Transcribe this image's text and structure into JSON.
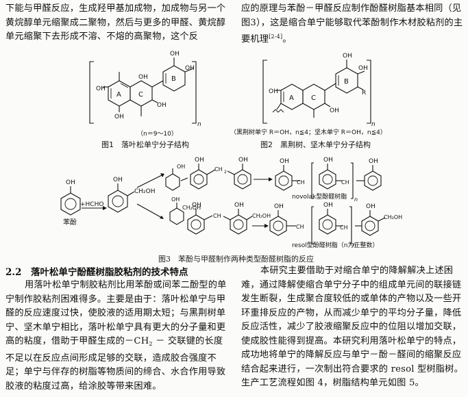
{
  "text": {
    "top_left": "下能与甲醛反应，生成羟甲基加成物，加成物与另一个黄烷醇单元缩聚成二聚物，然后与更多的甲醛、黄烷醇单元缩聚下去形成不溶、不熔的高聚物，这个反",
    "top_right_a": "应的原理与苯酚－甲醛反应制作酚醛树脂基本相同（见图3），这是缩合单宁能够取代苯酚制作木材胶粘剂的主要机理",
    "top_right_ref": "[2-4]",
    "top_right_b": "。",
    "section_title": "2.2　落叶松单宁酚醛树脂胶粘剂的技术特点",
    "bottom_left_a": "用落叶松单宁制胶粘剂比用苯酚或间苯二酚型的单宁制作胶粘剂困难得多。主要是由于：落叶松单宁与甲醛的反应速度过快，使胶液的适用期太短；与黑荆树单宁、坚木单宁相比，落叶松单宁具有更大的分子量和更高的粘度，借助于甲醛生成的－CH",
    "bottom_left_sub": "2",
    "bottom_left_b": " － 交联键的长度不足以在反应点间形成足够的交联，造成胶合强度不足；单宁与伴存的树脂等物质间的缔合、水合作用导致胶液的粘度过高，给涂胶等带来困难。",
    "bottom_right": "本研究主要借助于对缩合单宁的降解解决上述困难，通过降解使缩合单宁分子中的组成单元间的联接链发生断裂，生成聚合度较低的或单体的产物以及一些开环重排反应的产物，从而减少单宁的平均分子量，降低反应活性，减少了胶液缩聚反应中的位阻以增加交联，使成胶性能得到提高。本研究利用落叶松单宁的特点，成功地将单宁的降解反应与单宁－酚－醛间的缩聚反应结合起来进行，一次制出符合要求的 resol 型树脂树。生产工艺流程如图 4，树脂结构单元如图 5。"
  },
  "figures": {
    "fig1_caption": "图1　落叶松单宁分子结构",
    "fig1_n": "（n＝9～10）",
    "fig2_caption": "图2　黑荆树、坚木单宁分子结构",
    "fig2_note": "（黑荆树单宁 R＝OH，n≦4；坚木单宁 R＝OH，n≦4）",
    "fig3_caption": "图3　苯酚与甲醛制作两种类型酚醛树脂的反应",
    "novolak_label": "novolak型酚醛树脂",
    "resol_label": "resol型酚醛树脂（n为正整数）",
    "phenol_label": "苯酚",
    "hcho_label": "+HCHO",
    "oh": "OH",
    "ring_a": "A",
    "ring_b": "B",
    "ring_c": "C",
    "r": "R",
    "n": "n",
    "ch2": "CH",
    "ch2oh": "CH₂OH",
    "two": "2"
  }
}
